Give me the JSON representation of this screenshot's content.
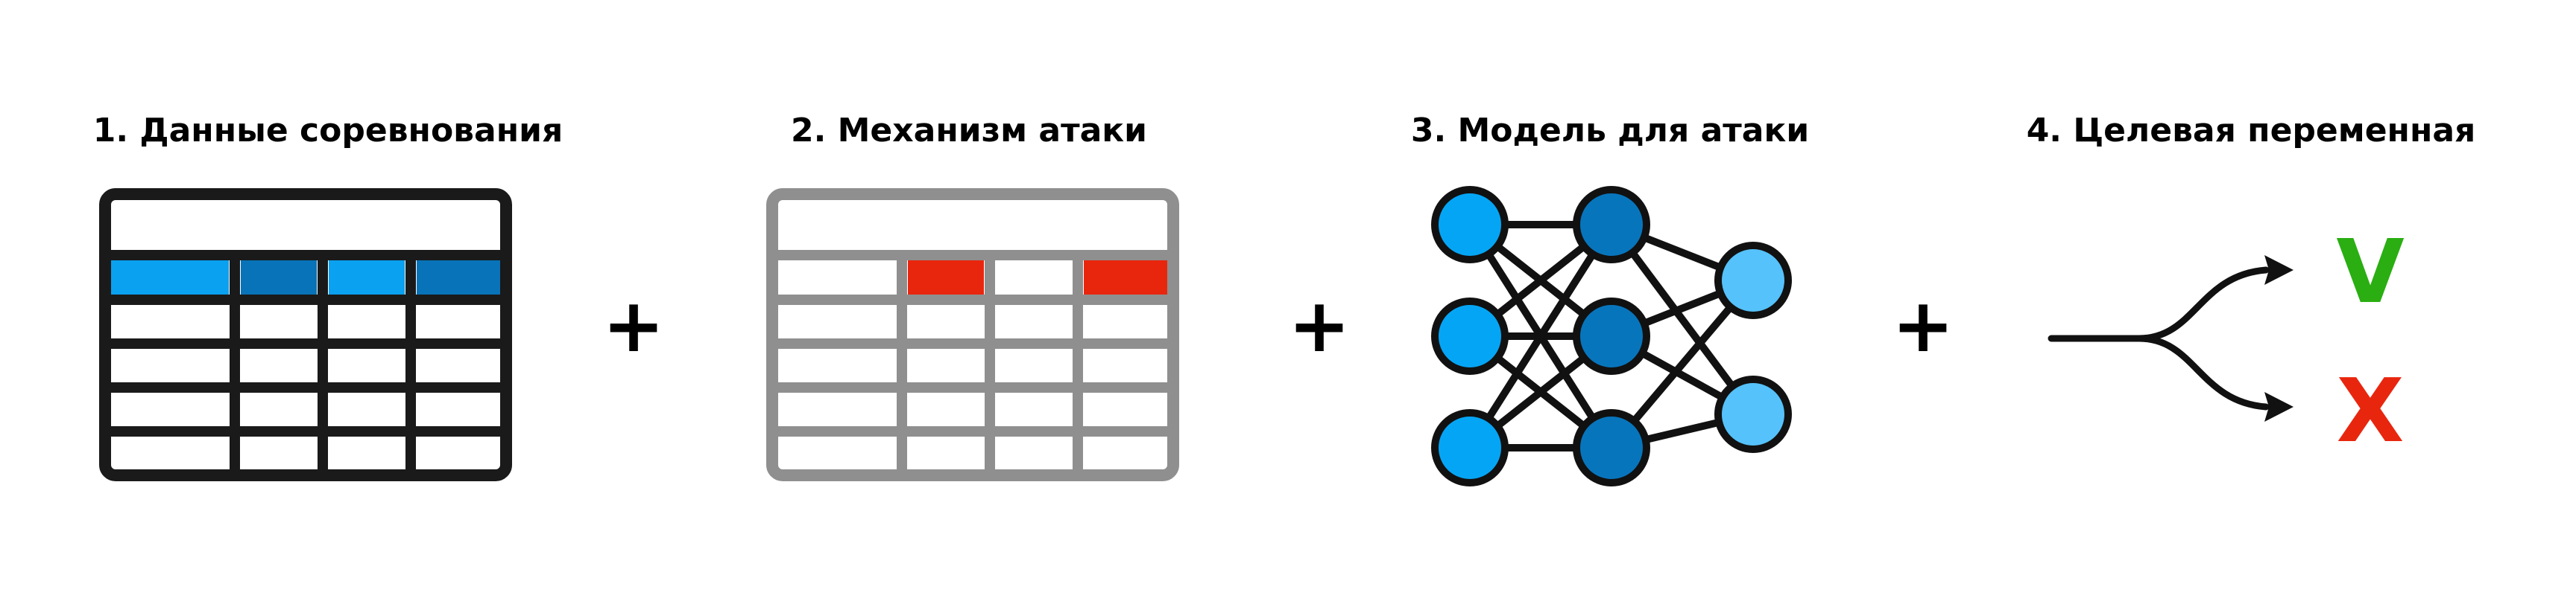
{
  "steps": [
    {
      "title": "1. Данные соревнования",
      "icon": "data-table-icon"
    },
    {
      "title": "2. Механизм атаки",
      "icon": "attack-table-icon"
    },
    {
      "title": "3. Модель для атаки",
      "icon": "neural-network-icon"
    },
    {
      "title": "4. Целевая переменная",
      "icon": "branching-arrow-icon"
    }
  ],
  "operators": [
    "+",
    "+",
    "+"
  ],
  "target": {
    "positive_mark": "V",
    "negative_mark": "X"
  },
  "colors": {
    "outline": "#1a1a1a",
    "outline_gray": "#8f8f8f",
    "highlight_light_blue": "#0aa1f0",
    "highlight_dark_blue": "#0873b8",
    "attack_red": "#e8260e",
    "node_light": "#05a5f5",
    "node_dark": "#0775bc",
    "node_output": "#55c2fb",
    "check_green": "#2aae12",
    "cross_red": "#e8260e"
  }
}
